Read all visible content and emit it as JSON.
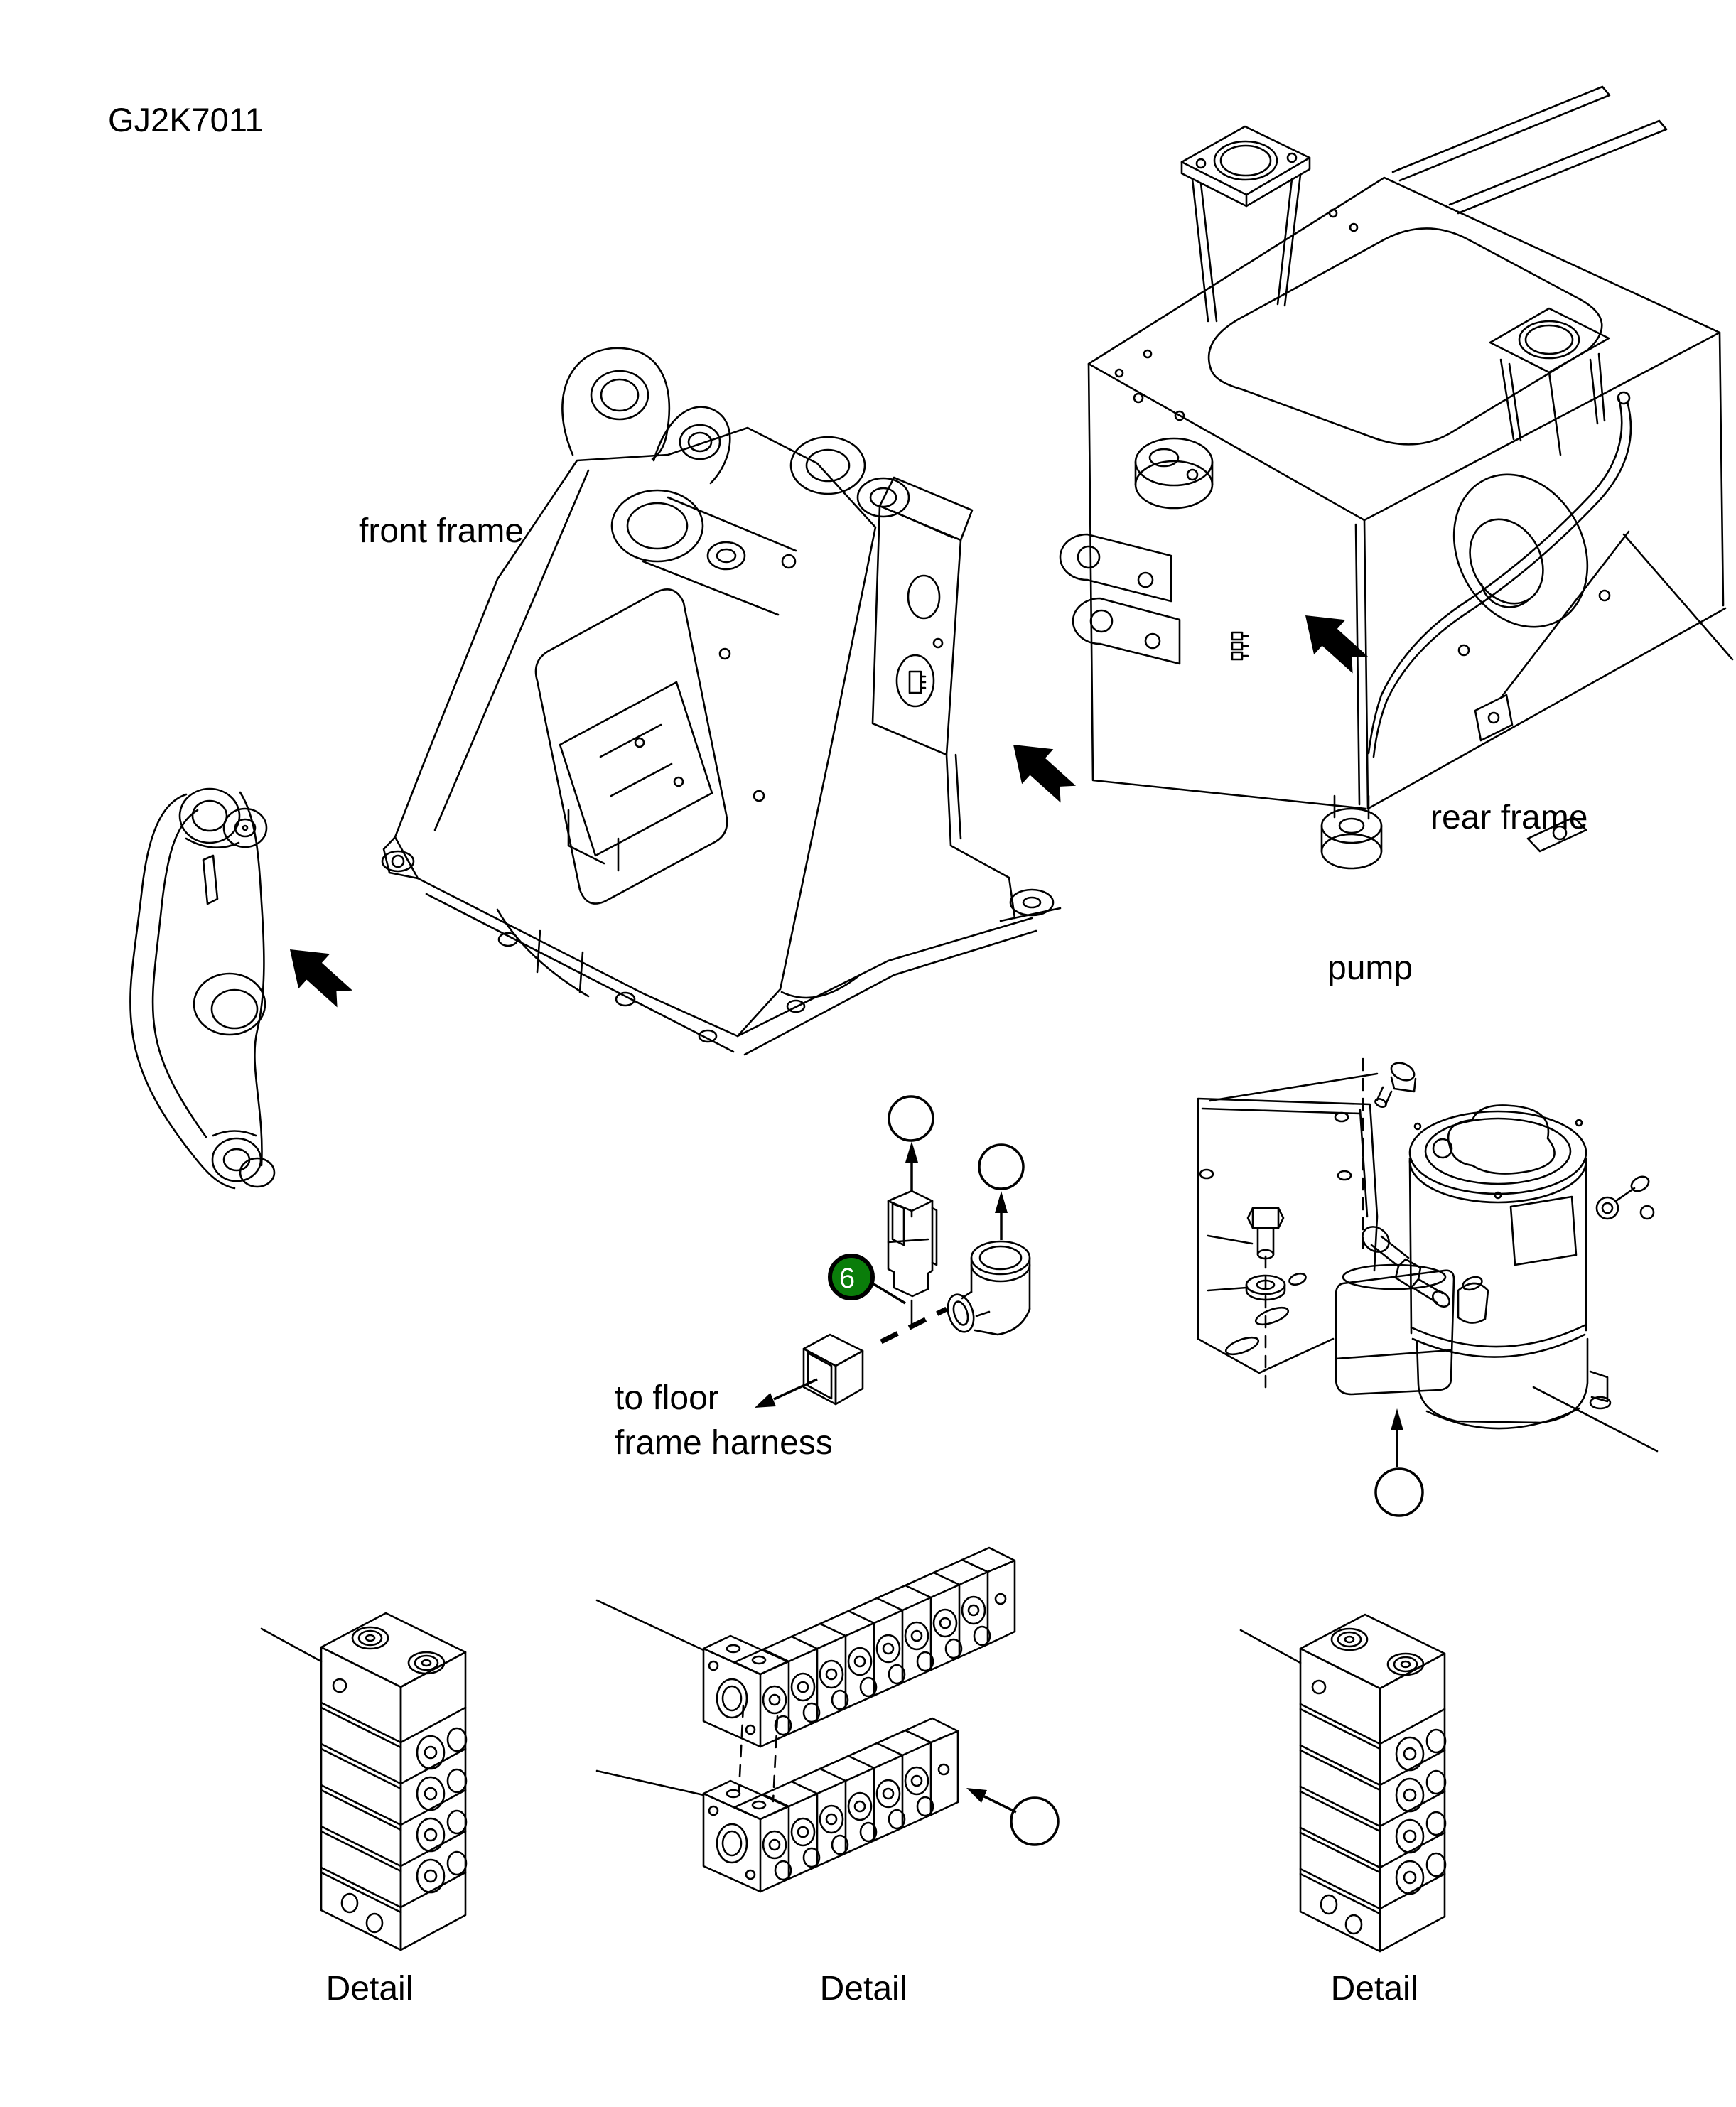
{
  "title": "GJ2K7011",
  "labels": {
    "front_frame": "front frame",
    "rear_frame": "rear frame",
    "pump": "pump",
    "harness_line1": "to floor",
    "harness_line2": "frame harness"
  },
  "callouts": {
    "item6": {
      "number": "6",
      "fill": "#0a7d0a",
      "text_color": "#ffffff"
    }
  },
  "details": [
    {
      "label": "Detail"
    },
    {
      "label": "Detail"
    },
    {
      "label": "Detail"
    }
  ],
  "colors": {
    "line": "#000000",
    "background": "#ffffff",
    "highlight_green": "#0a7d0a"
  }
}
